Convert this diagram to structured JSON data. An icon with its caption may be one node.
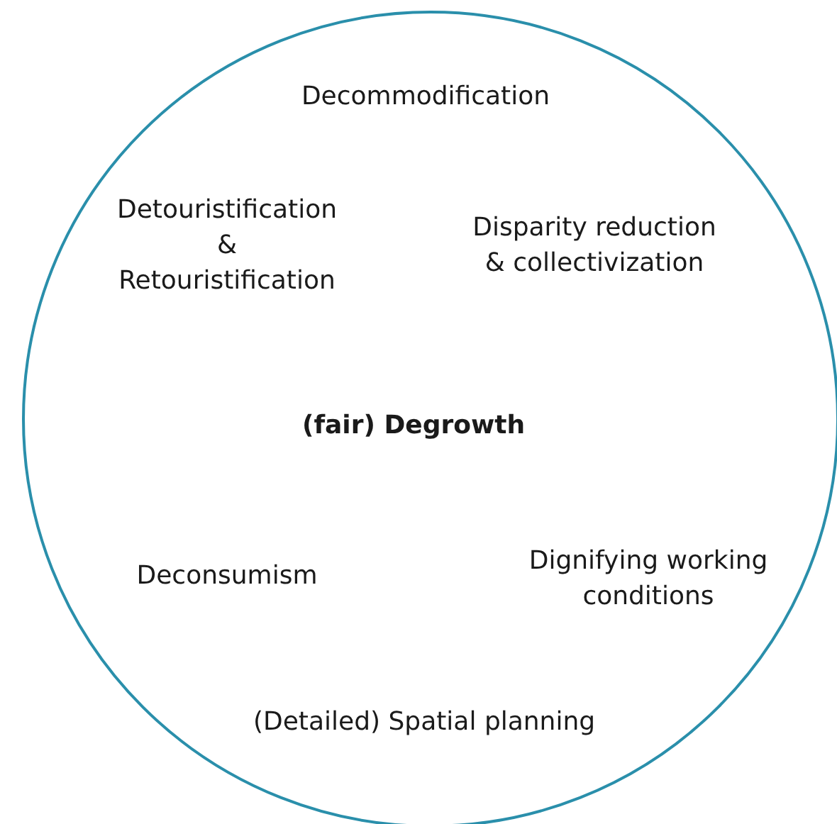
{
  "diagram": {
    "nodes": [
      {
        "text": [
          "(fair) Degrowth"
        ]
      }
    ],
    "labels": [
      "Decommodification",
      "Detouristification & Retouristification",
      "Disparity reduction & collectivization",
      "Deconsumism",
      "Dignifying working conditions",
      "(Detailed) Spatial planning"
    ]
  }
}
